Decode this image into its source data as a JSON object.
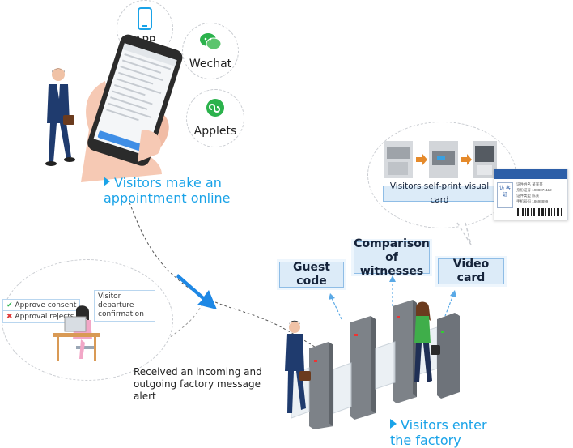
{
  "channels": [
    {
      "label": "APP",
      "icon": "phone-icon"
    },
    {
      "label": "Wechat",
      "icon": "wechat-icon"
    },
    {
      "label": "Applets",
      "icon": "applets-icon"
    }
  ],
  "steps": {
    "appointment": "Visitors make an appointment online",
    "enter": "Visitors enter the factory"
  },
  "print_caption": "Visitors self-print visual card",
  "gate_labels": [
    "Guest code",
    "Comparison of witnesses",
    "Video card"
  ],
  "approval": {
    "consent": "Approve consent",
    "reject": "Approval rejects",
    "departure": "Visitor departure confirmation"
  },
  "alert_text": "Received an incoming and outgoing factory message alert",
  "card": {
    "badge": "访 客 证",
    "lines": [
      "证件姓名",
      "身份证号",
      "证件类型",
      "手机号码"
    ],
    "values": [
      "某某某",
      "1988071112",
      "陈某",
      "18698899"
    ]
  },
  "colors": {
    "accent": "#1aa3e8",
    "check": "#2bb24c",
    "cross": "#e03b3b",
    "arrow": "#1e88e5"
  }
}
